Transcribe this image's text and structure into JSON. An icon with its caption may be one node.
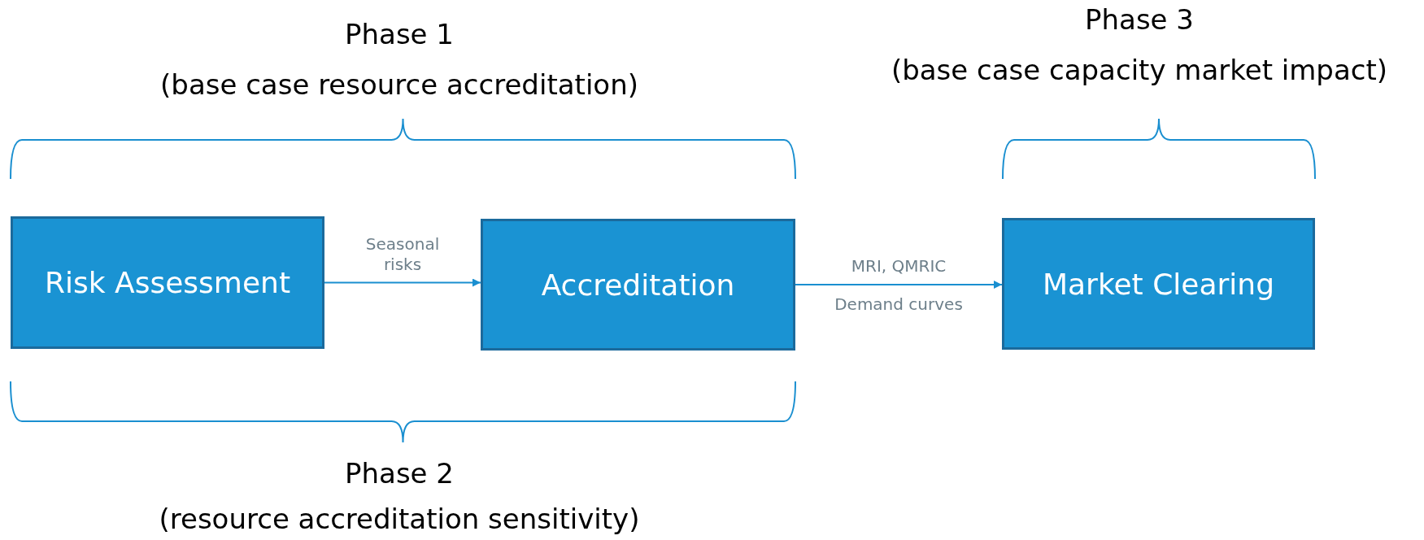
{
  "diagram": {
    "nodes": [
      {
        "text": [
          "Risk Assessment"
        ]
      },
      {
        "text": [
          "Accreditation"
        ]
      },
      {
        "text": [
          "Market Clearing"
        ]
      }
    ],
    "edges": [
      {
        "from": 0,
        "to": 1,
        "arrow": "to",
        "label": "Seasonal risks"
      },
      {
        "from": 1,
        "to": 2,
        "arrow": "to",
        "label": "MRI, QMRIC"
      }
    ],
    "labels": [
      "Phase 3",
      "Phase 1",
      "(base case capacity market impact)",
      "(base case resource accreditation)",
      "Demand curves",
      "Phase 2",
      "(resource accreditation sensitivity)"
    ]
  }
}
